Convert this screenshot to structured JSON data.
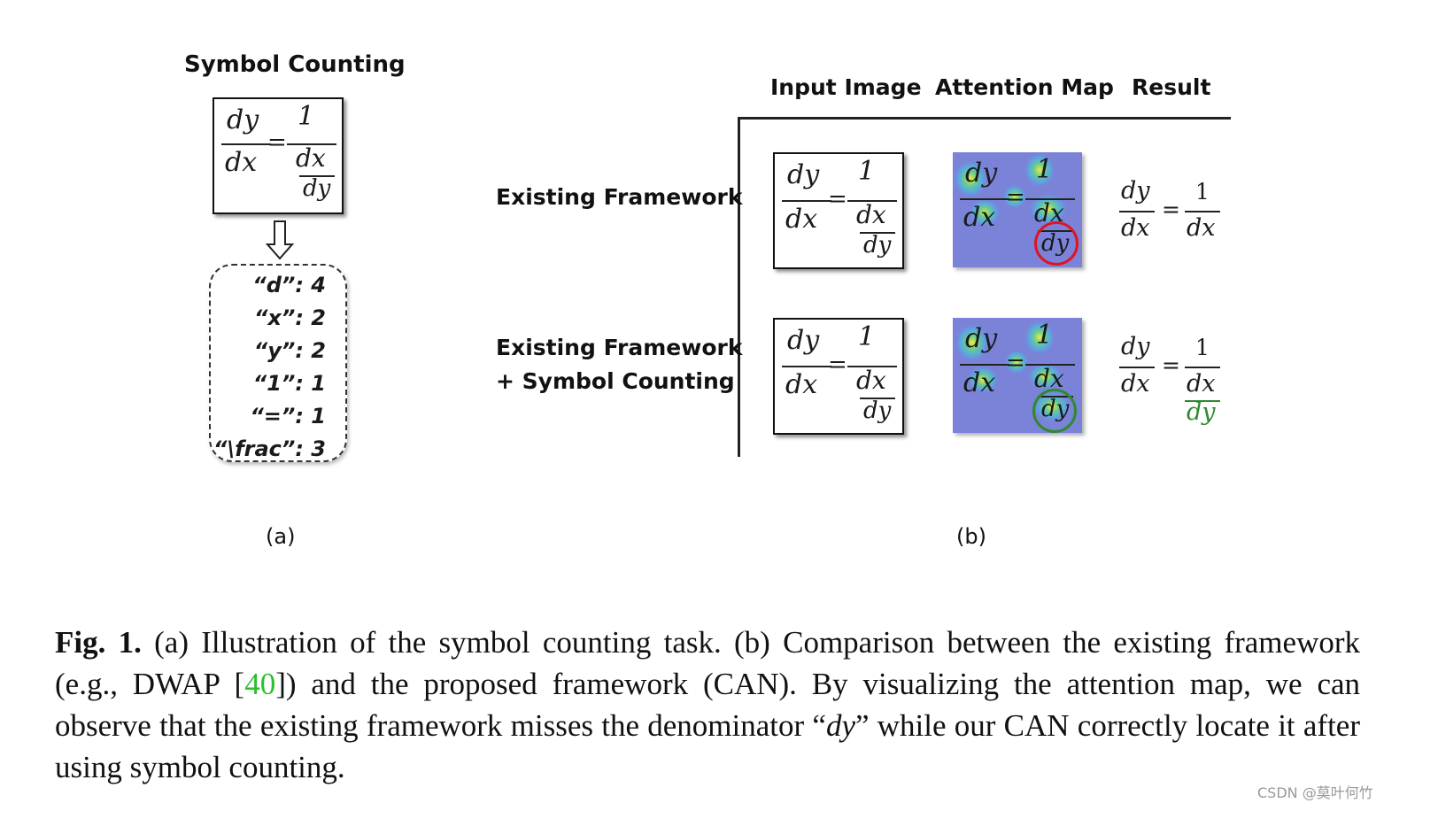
{
  "panel_a": {
    "title": "Symbol Counting",
    "counts": [
      {
        "label": "“d”: 4"
      },
      {
        "label": "“x”: 2"
      },
      {
        "label": "“y”: 2"
      },
      {
        "label": "“1”: 1"
      },
      {
        "label": "“=”: 1"
      },
      {
        "label": "“\\frac”: 3"
      }
    ],
    "sublabel": "(a)"
  },
  "panel_b": {
    "col_headers": {
      "input": "Input Image",
      "attention": "Attention Map",
      "result": "Result"
    },
    "rows": [
      {
        "label_line1": "Existing Framework",
        "label_line2": "",
        "result": {
          "num_top": "dy",
          "den_top": "dx",
          "eq": "=",
          "rhs_num": "1",
          "rhs_den": "dx",
          "rhs_den2": ""
        },
        "marker_color": "#e0141e"
      },
      {
        "label_line1": "Existing Framework",
        "label_line2": "+ Symbol Counting",
        "result": {
          "num_top": "dy",
          "den_top": "dx",
          "eq": "=",
          "rhs_num": "1",
          "rhs_den": "dx",
          "rhs_den2": "dy"
        },
        "marker_color": "#2f8a2f"
      }
    ],
    "sublabel": "(b)"
  },
  "equation_strokes": {
    "dy": "dy",
    "dx": "dx",
    "one": "1",
    "eq": "="
  },
  "caption": {
    "fig_label": "Fig. 1.",
    "part1": " (a) Illustration of the symbol counting task. (b) Comparison between the existing framework (e.g., DWAP [",
    "cite": "40",
    "part2": "]) and the proposed framework (CAN). By visualizing the attention map, we can observe that the existing framework misses the denominator “",
    "italic_dy": "dy",
    "part3": "” while our CAN correctly locate it after using symbol counting."
  },
  "watermark": "CSDN @莫叶何竹",
  "colors": {
    "green_result": "#2f8a2f",
    "citation": "#2bbf2b",
    "heatmap_base": "#7b83d8"
  }
}
